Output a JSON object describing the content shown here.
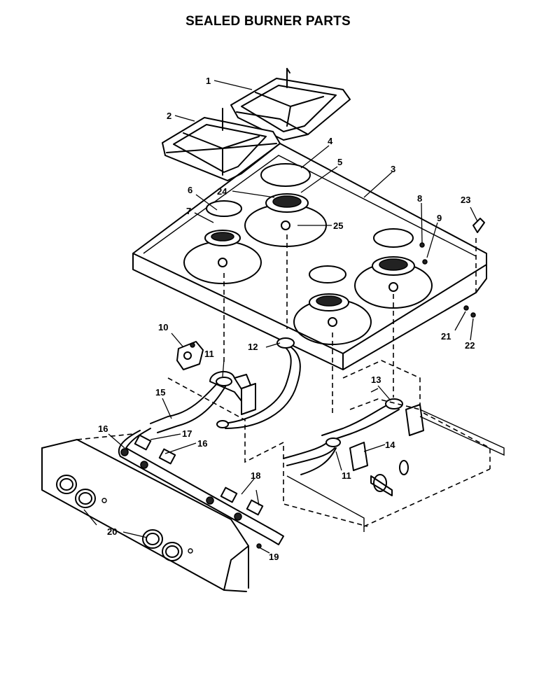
{
  "title": "SEALED BURNER PARTS",
  "callouts": [
    "1",
    "2",
    "3",
    "4",
    "5",
    "6",
    "7",
    "8",
    "9",
    "10",
    "11",
    "12",
    "13",
    "14",
    "15",
    "16",
    "17",
    "16",
    "18",
    "19",
    "20",
    "21",
    "22",
    "23",
    "24",
    "25",
    "11"
  ]
}
